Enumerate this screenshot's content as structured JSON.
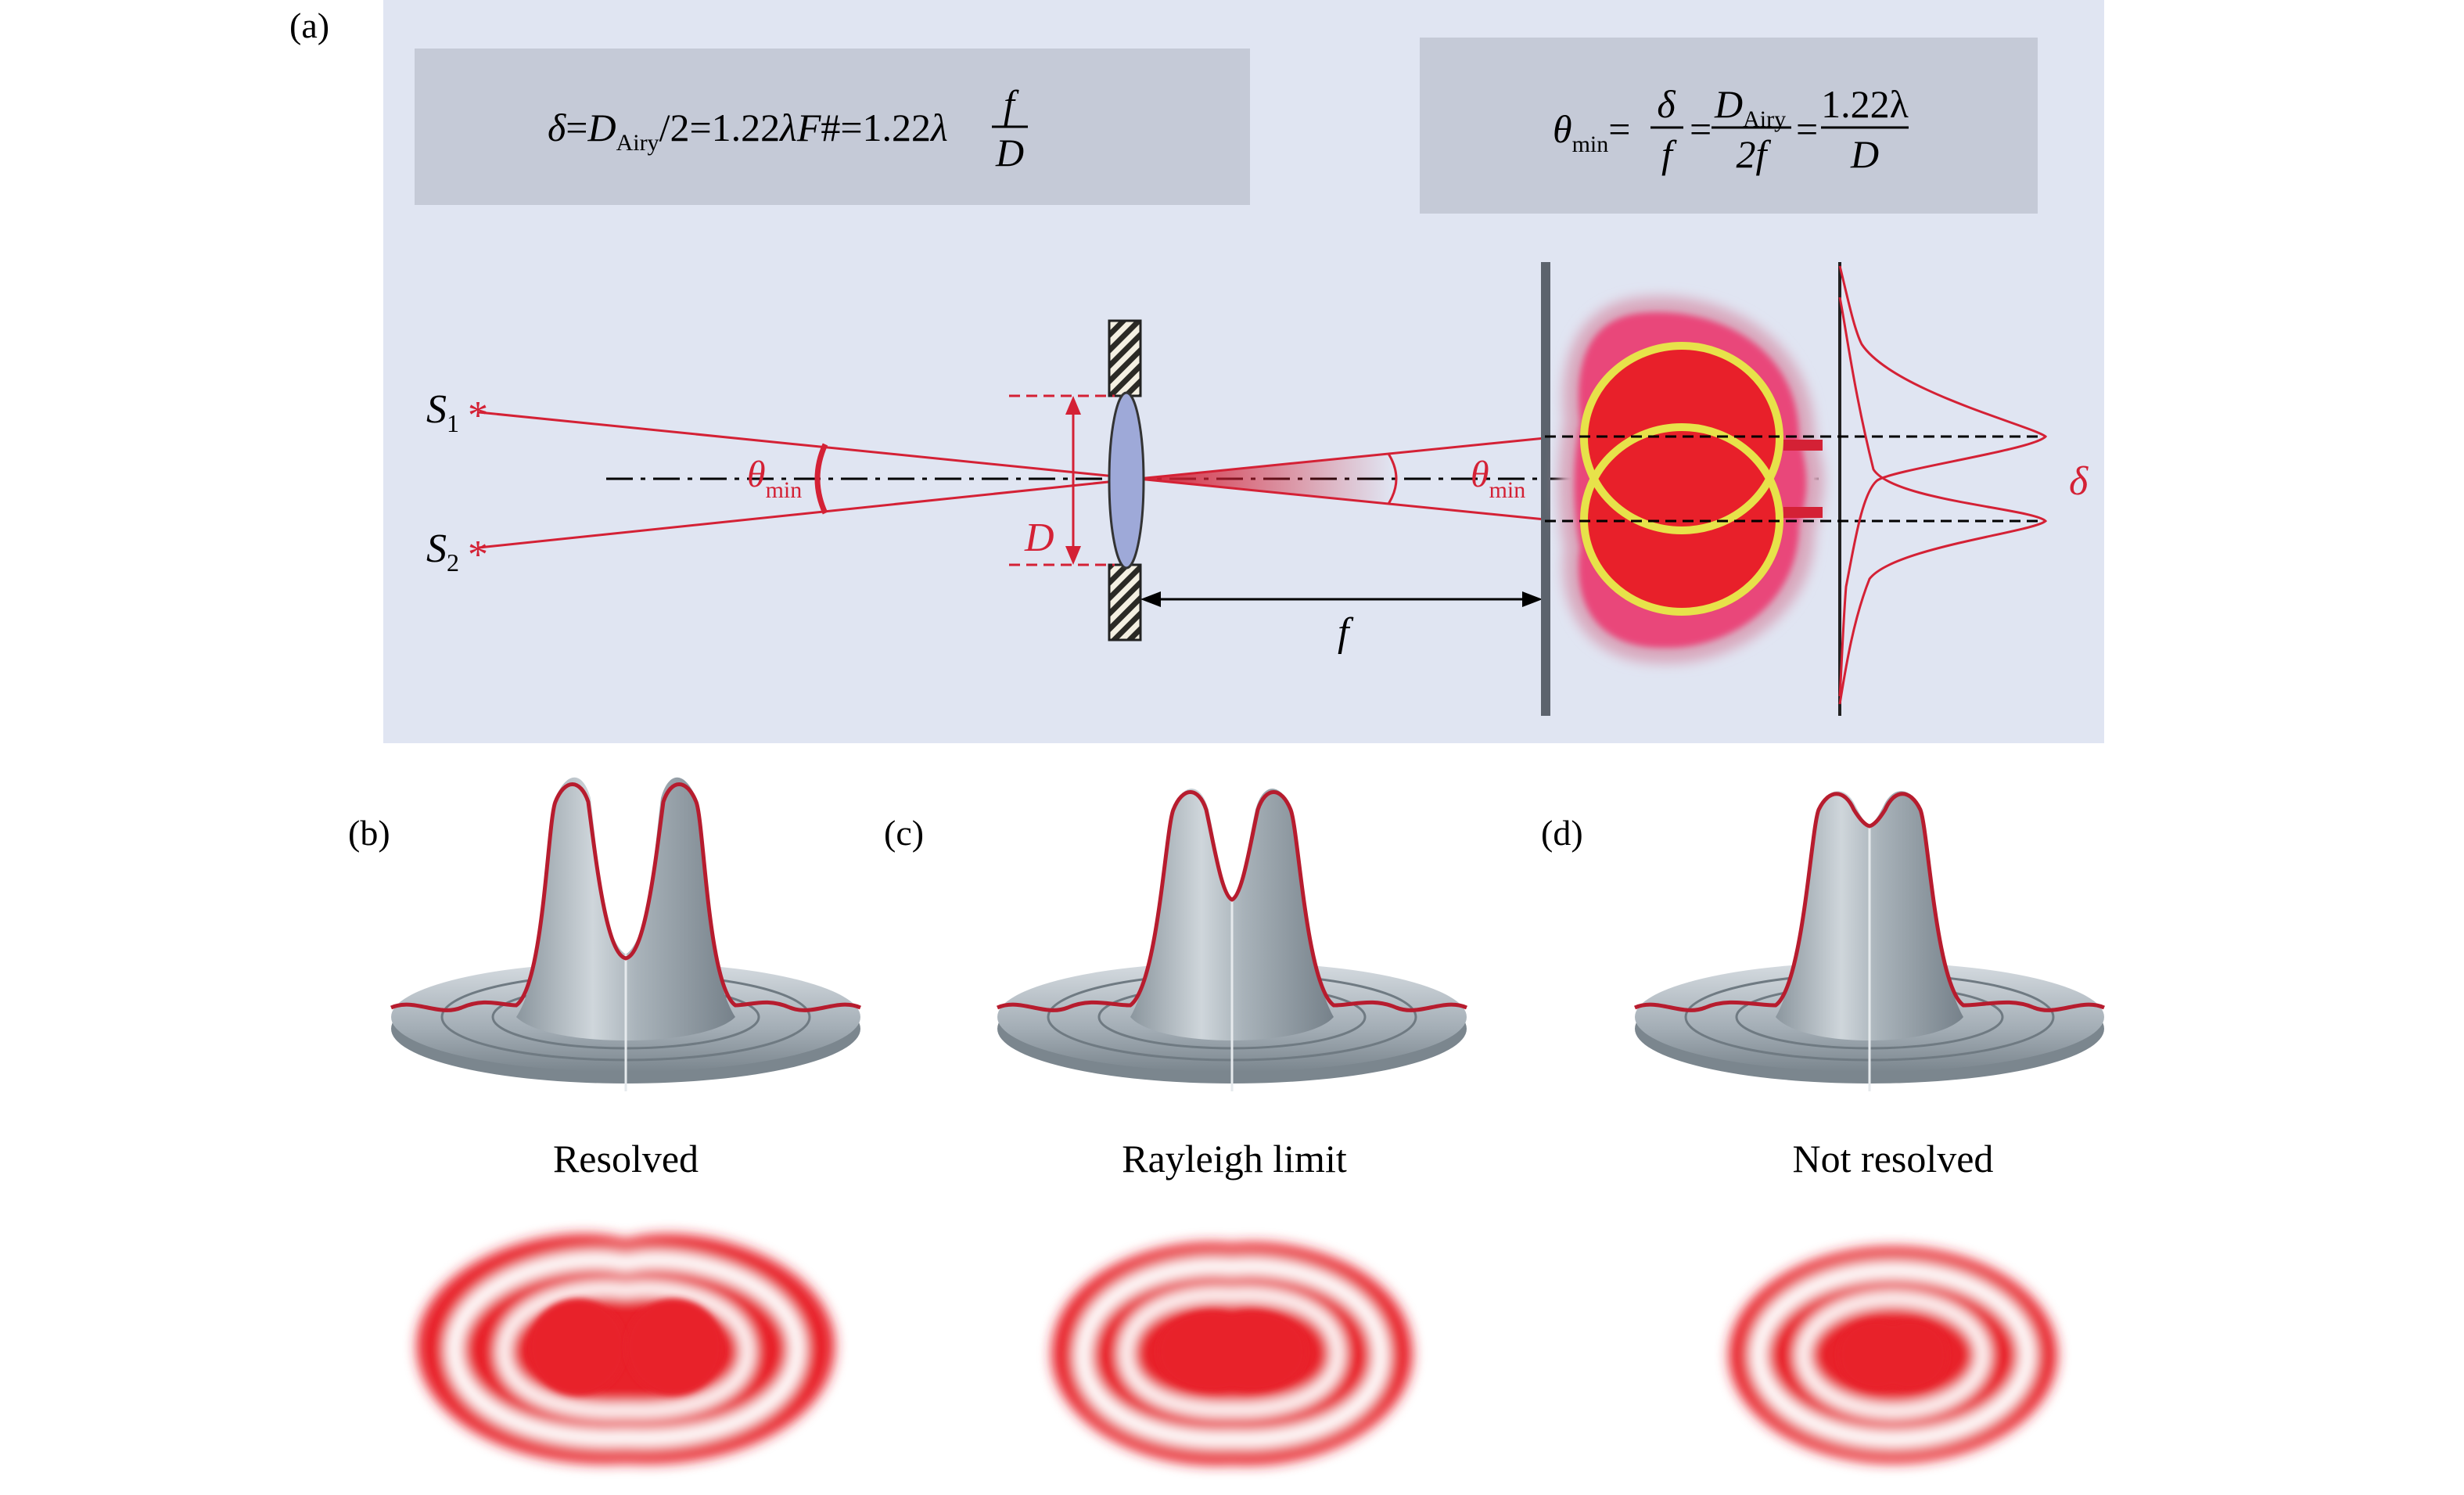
{
  "panel_labels": {
    "a": "(a)",
    "b": "(b)",
    "c": "(c)",
    "d": "(d)"
  },
  "formula_left": {
    "delta": "δ",
    "eq1": "=",
    "D": "D",
    "airy_sub": "Airy",
    "over2": "/2=1.22",
    "lambda": "λ",
    "F": "F",
    "hash": "#=1.22",
    "lambda2": "λ",
    "frac_num": "f",
    "frac_den": "D"
  },
  "formula_right": {
    "theta": "θ",
    "min_sub": "min",
    "eq": "=",
    "frac1_num": "δ",
    "frac1_den": "f",
    "eq2": "=",
    "frac2_num_D": "D",
    "frac2_num_sub": "Airy",
    "frac2_den": "2f",
    "eq3": "=",
    "frac3_num": "1.22λ",
    "frac3_den": "D"
  },
  "diagram": {
    "s1": "S",
    "s1_sub": "1",
    "s2": "S",
    "s2_sub": "2",
    "star": "*",
    "theta_left": "θ",
    "theta_left_sub": "min",
    "theta_right": "θ",
    "theta_right_sub": "min",
    "aperture_label": "D",
    "focal_label": "f",
    "delta_label": "δ"
  },
  "captions": {
    "b": "Resolved",
    "c": "Rayleigh limit",
    "d": "Not resolved"
  },
  "colors": {
    "panel_bg": "#e0e5f2",
    "formula_box": "#c5cad7",
    "ray_red": "#d42135",
    "lens_fill": "#9ea9d8",
    "spot_red": "#e8202a"
  }
}
